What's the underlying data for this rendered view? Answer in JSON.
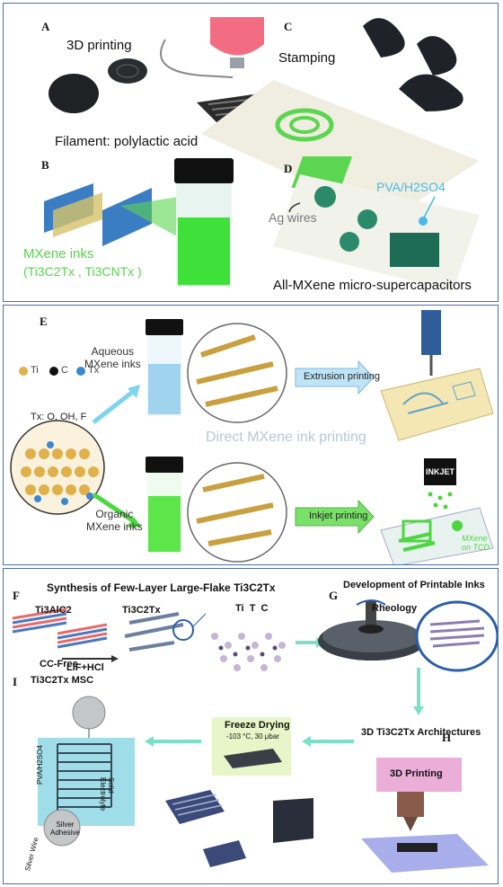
{
  "panel1": {
    "A": {
      "label": "A",
      "title": "3D printing",
      "caption": "Filament: polylactic acid"
    },
    "B": {
      "label": "B",
      "ink_line1": "MXene inks",
      "ink_line2": "(Ti3C2Tx , Ti3CNTx )"
    },
    "C": {
      "label": "C",
      "title": "Stamping"
    },
    "D": {
      "label": "D",
      "electrolyte": "PVA/H2SO4",
      "wires": "Ag wires",
      "caption": "All-MXene micro-supercapacitors"
    }
  },
  "panel2": {
    "E": {
      "label": "E"
    },
    "legend": {
      "ti": "Ti",
      "c": "C",
      "tx": "Tx",
      "terminations": "Tx: O, OH, F"
    },
    "aqueous": "Aqueous\nMXene inks",
    "organic": "Organic\nMXene inks",
    "extrusion": "Extrusion printing",
    "inkjet": "Inkjet printing",
    "center": "Direct MXene ink printing",
    "inkjet_head": "INKJET",
    "sheet_text": "MXene\non TCD",
    "colors": {
      "aqueous": "#9fd3ee",
      "organic": "#5ce64a",
      "arrow": "#7fd3f0",
      "green_arrow": "#4cd640",
      "border": "#4a6fb0"
    }
  },
  "panel3": {
    "F": {
      "label": "F",
      "title": "Synthesis of Few-Layer Large-Flake Ti3C2Tx",
      "max": "Ti3AlC2",
      "mx": "Ti3C2Tx",
      "etch": "LiF+HCl",
      "atoms": "Ti  T  C"
    },
    "G": {
      "label": "G",
      "title": "Development of Printable Inks",
      "rheology": "Rheology"
    },
    "H": {
      "label": "H",
      "title": "3D Ti3C2Tx Architectures",
      "printer": "3D Printing"
    },
    "I": {
      "label": "I",
      "title_line1": "CC-Free",
      "title_line2": "Ti3C2Tx MSC",
      "electrolyte": "PVA/H2SO4",
      "solid": "Solid\nElectrolyte",
      "adhesive": "Silver\nAdhesive",
      "wire": "Silver Wire"
    },
    "freeze": {
      "title": "Freeze Drying",
      "cond": "-103 °C, 30 μbar"
    }
  }
}
